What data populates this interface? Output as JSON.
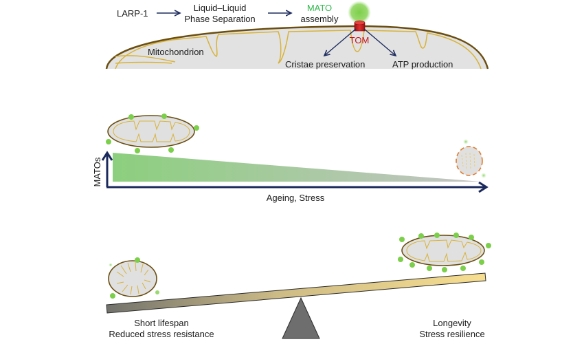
{
  "colors": {
    "arrow": "#1b2a5c",
    "membrane_outer": "#6b4e10",
    "membrane_inner": "#d8b33a",
    "matrix": "#e0e0e0",
    "mato": "#7ccf4a",
    "tom": "#c81e1e",
    "damaged_outline": "#e07a2a",
    "fulcrum": "#6e6e6e",
    "beam_left": "#7a7a74",
    "beam_right": "#f5dc8c",
    "wedge_start": "#8ccf7e",
    "wedge_end": "#bdbdbd"
  },
  "top_panel": {
    "pathway": {
      "step1": "LARP-1",
      "step2_line1": "Liquid–Liquid",
      "step2_line2": "Phase Separation",
      "step3_line1": "MATO",
      "step3_line2": "assembly"
    },
    "mitochondrion_label": "Mitochondrion",
    "tom_label": "TOM",
    "outcomes": [
      "Cristae preservation",
      "ATP production"
    ]
  },
  "middle_panel": {
    "y_axis_label": "MATOs",
    "x_axis_label": "Ageing, Stress"
  },
  "bottom_panel": {
    "left_label_line1": "Short lifespan",
    "left_label_line2": "Reduced stress resistance",
    "right_label_line1": "Longevity",
    "right_label_line2": "Stress resilience"
  }
}
